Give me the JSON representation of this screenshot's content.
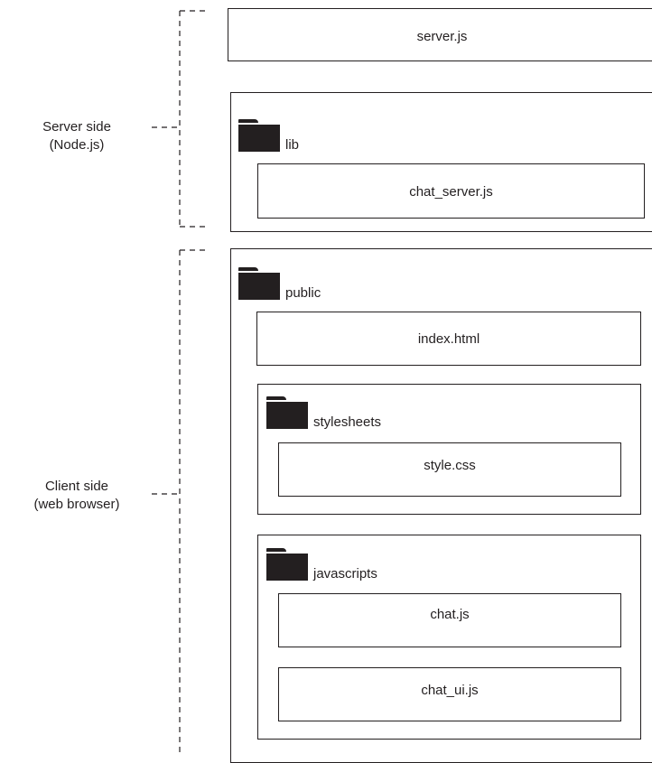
{
  "server_section": {
    "label_line1": "Server side",
    "label_line2": "(Node.js)",
    "server_file": "server.js",
    "lib_folder": "lib",
    "chat_server_file": "chat_server.js"
  },
  "client_section": {
    "label_line1": "Client side",
    "label_line2": "(web browser)",
    "public_folder": "public",
    "index_file": "index.html",
    "stylesheets_folder": "stylesheets",
    "style_file": "style.css",
    "javascripts_folder": "javascripts",
    "chat_file": "chat.js",
    "chat_ui_file": "chat_ui.js"
  }
}
